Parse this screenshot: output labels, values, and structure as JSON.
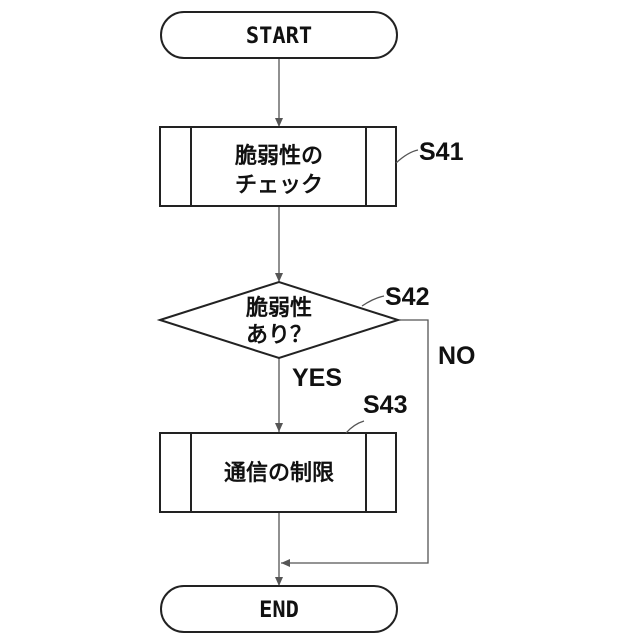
{
  "flowchart": {
    "start": "START",
    "end": "END",
    "s41": {
      "step": "S41",
      "line1": "脆弱性の",
      "line2": "チェック"
    },
    "s42": {
      "step": "S42",
      "line1": "脆弱性",
      "line2": "あり？",
      "yes": "YES",
      "no": "NO"
    },
    "s43": {
      "step": "S43",
      "text": "通信の制限"
    }
  }
}
